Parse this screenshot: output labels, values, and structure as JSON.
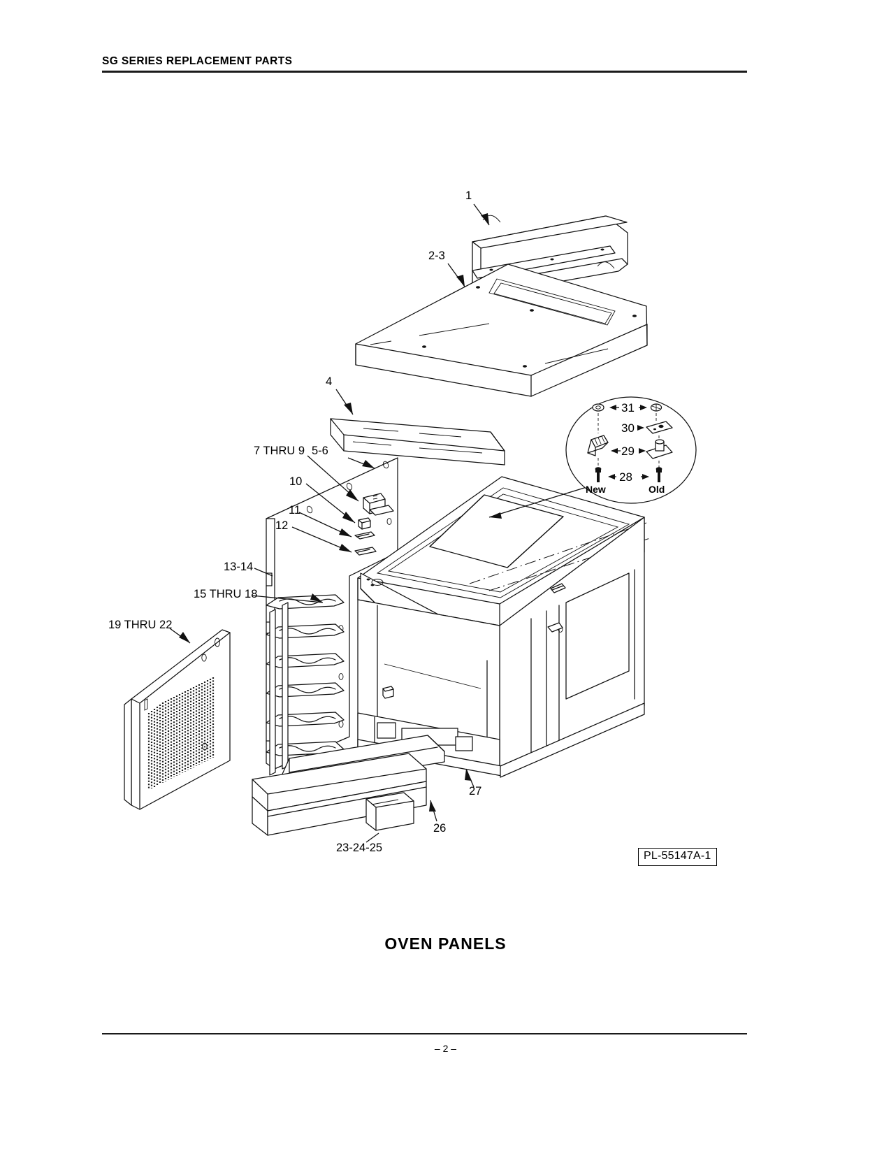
{
  "document": {
    "header": "SG SERIES REPLACEMENT PARTS",
    "figure_title": "OVEN  PANELS",
    "drawing_number": "PL-55147A-1",
    "page_number": "– 2 –"
  },
  "callouts": [
    {
      "id": "c1",
      "label": "1"
    },
    {
      "id": "c2",
      "label": "2-3"
    },
    {
      "id": "c3",
      "label": "4"
    },
    {
      "id": "c4",
      "label": "7 THRU 9"
    },
    {
      "id": "c5",
      "label": "5-6"
    },
    {
      "id": "c6",
      "label": "10"
    },
    {
      "id": "c7",
      "label": "11"
    },
    {
      "id": "c8",
      "label": "12"
    },
    {
      "id": "c9",
      "label": "13-14"
    },
    {
      "id": "c10",
      "label": "15 THRU 18"
    },
    {
      "id": "c11",
      "label": "19 THRU 22"
    },
    {
      "id": "c12",
      "label": "23-24-25"
    },
    {
      "id": "c13",
      "label": "26"
    },
    {
      "id": "c14",
      "label": "27"
    }
  ],
  "detail_circle": {
    "items": [
      {
        "label": "31"
      },
      {
        "label": "30"
      },
      {
        "label": "29"
      },
      {
        "label": "28"
      }
    ],
    "column_new": "New",
    "column_old": "Old"
  }
}
